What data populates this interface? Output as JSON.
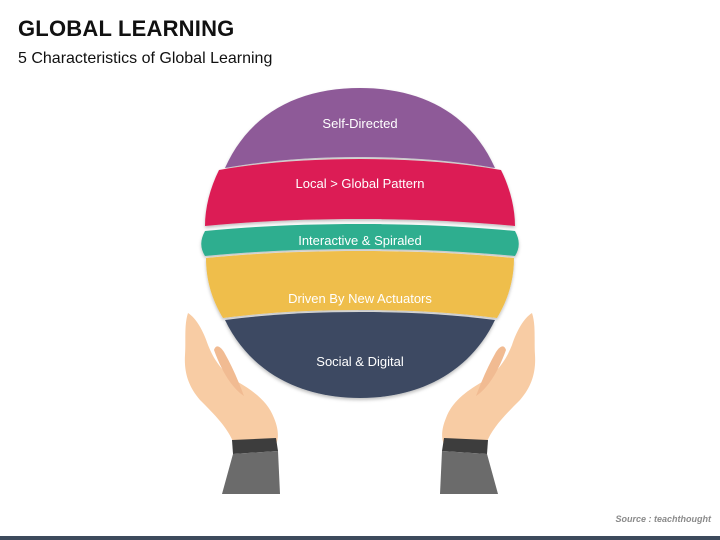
{
  "title": "GLOBAL LEARNING",
  "subtitle": "5 Characteristics of Global Learning",
  "segments": [
    {
      "label": "Self-Directed",
      "color": "#8e5a98"
    },
    {
      "label": "Local > Global Pattern",
      "color": "#dc1f55"
    },
    {
      "label": "Interactive & Spiraled",
      "color": "#2fae8f"
    },
    {
      "label": "Driven By New Actuators",
      "color": "#efbe4c"
    },
    {
      "label": "Social & Digital",
      "color": "#3c4a62"
    }
  ],
  "source": "Source : teachthought",
  "colors": {
    "skin": "#f8cca4",
    "sleeve": "#6b6b6b",
    "cuff": "#3d3d3d",
    "footer_bar": "#3d4a5c"
  }
}
